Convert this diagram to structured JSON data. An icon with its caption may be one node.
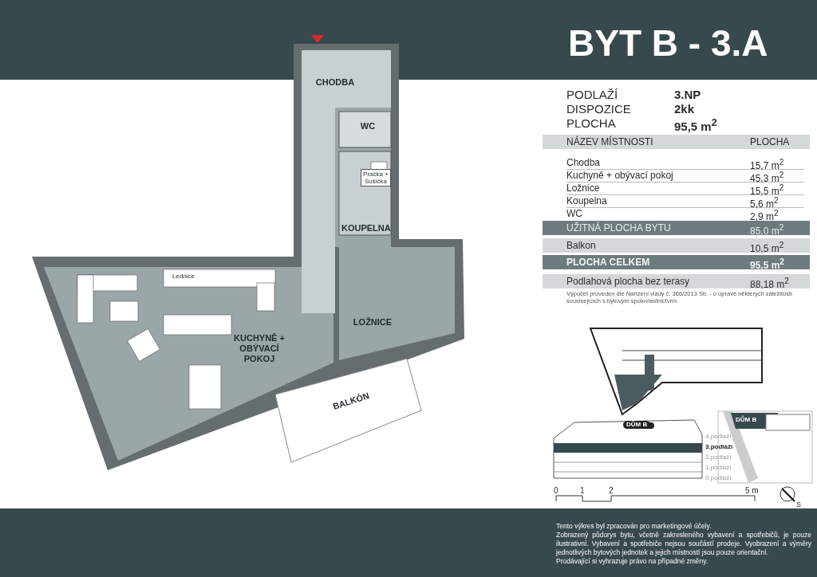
{
  "diagram": {
    "title": "BYT B - 3.A",
    "nodes": [
      {
        "text": [
          "CHODBA"
        ]
      },
      {
        "text": [
          "WC"
        ]
      },
      {
        "text": [
          "Pračka + Sušička"
        ]
      },
      {
        "text": [
          "KOUPELNA"
        ]
      },
      {
        "text": [
          "LOŽNICE"
        ]
      },
      {
        "text": [
          "KUCHYNĚ + OBÝVACÍ POKOJ"
        ]
      },
      {
        "text": [
          "BALKÓN"
        ]
      }
    ],
    "labels": [
      "PODLAŽÍ",
      "3.NP",
      "DISPOZICE",
      "2kk",
      "PLOCHA",
      "95,5 m$^{2}$",
      "NÁZEV MÍSTNOSTI",
      "PLOCHA",
      "Chodba",
      "15,7 m$^{2}$",
      "Kuchyně + obývací pokoj",
      "45,3 m$^{2}$",
      "Ložnice",
      "15,5 m$^{2}$",
      "Koupelna",
      "5,6 m$^{2}$",
      "WC",
      "2,9 m$^{2}$",
      "UŽITNÁ PLOCHA BYTU",
      "85,0 m$^{2}$",
      "Balkon",
      "10,5 m$^{2}$",
      "PLOCHA CELKEM",
      "95,5 m$^{2}$",
      "Podlahová plocha bez terasy",
      "88,18 m$^{2}$",
      "Výpočet proveden dle Nařízení vlády č. 366/2013 Sb. - o úpravě některých záležitostí souvisejících s bytovým spoluvlastnictvím.",
      "Lednice",
      "DŮM B",
      "4.podlaží",
      "3.podlaží",
      "2.podlaží",
      "1.podlaží",
      "0.podlaží",
      "DŮM B",
      "S",
      "0",
      "1",
      "2",
      "5 m",
      "Tento výkres byl zpracován pro marketingové účely.",
      "Zobrazený půdorys bytu, včetně zakresleného vybavení a spotřebičů, je pouze ilustrativní. Vybavení a spotřebiče nejsou součástí prodeje. Vyobrazení a výměry jednotlivých bytových jednotek a jejich místností jsou pouze orientační.",
      "Prodávající si vyhrazuje právo na případné změny."
    ]
  }
}
